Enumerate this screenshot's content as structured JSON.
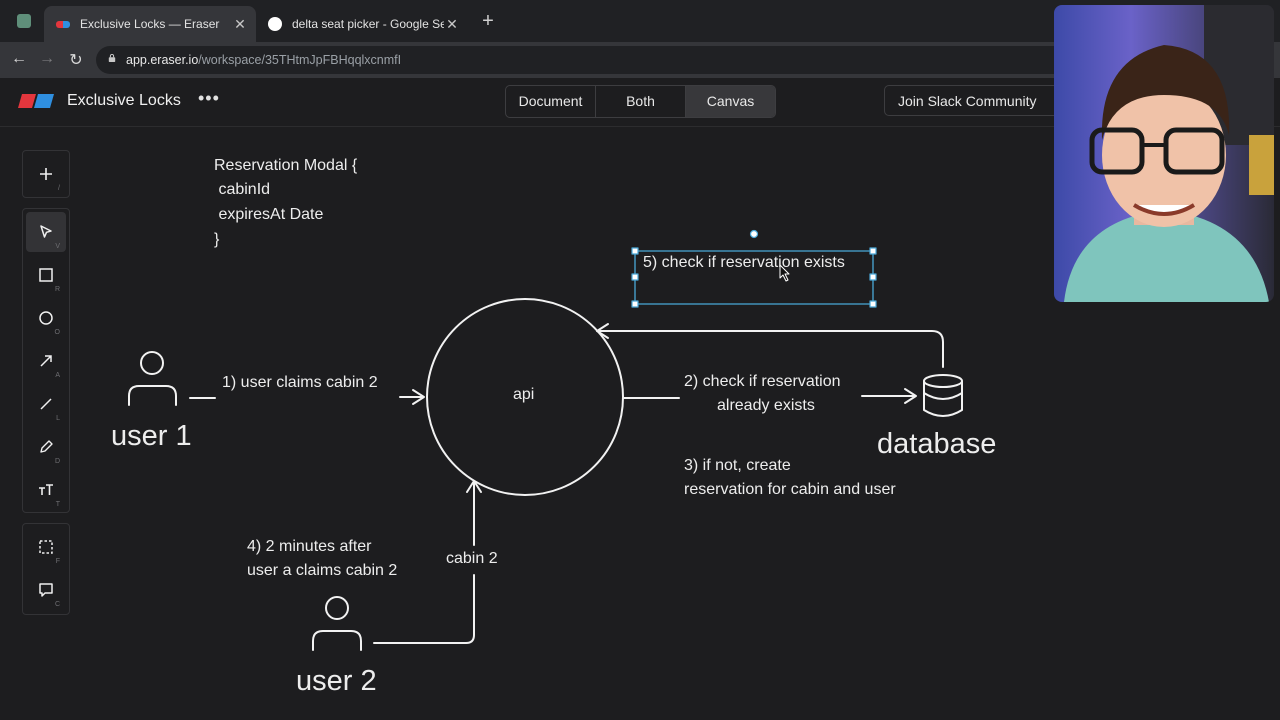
{
  "browser": {
    "tabs": [
      {
        "title": "Exclusive Locks — Eraser",
        "active": true
      },
      {
        "title": "delta seat picker - Google Sea",
        "active": false
      }
    ],
    "url_host": "app.eraser.io",
    "url_path": "/workspace/35THtmJpFBHqqlxcnmfI"
  },
  "app": {
    "title": "Exclusive Locks",
    "menu_glyph": "•••",
    "views": [
      "Document",
      "Both",
      "Canvas"
    ],
    "active_view": "Canvas",
    "slack_label": "Join Slack Community"
  },
  "toolbar": {
    "add_key": "/",
    "tools": [
      {
        "name": "select",
        "key": "V",
        "selected": true
      },
      {
        "name": "rectangle",
        "key": "R"
      },
      {
        "name": "ellipse",
        "key": "O"
      },
      {
        "name": "arrow",
        "key": "A"
      },
      {
        "name": "line",
        "key": "L"
      },
      {
        "name": "pen",
        "key": "D"
      },
      {
        "name": "text",
        "key": "T"
      },
      {
        "name": "frame",
        "key": "F"
      },
      {
        "name": "comment",
        "key": "C"
      }
    ]
  },
  "diagram": {
    "code_note": [
      "Reservation Modal {",
      " cabinId",
      " expiresAt Date",
      "}"
    ],
    "selected_note": "5) check if reservation exists",
    "user1": "user 1",
    "user2": "user 2",
    "api": "api",
    "database": "database",
    "step1": "1) user claims cabin 2",
    "step2": [
      "2) check if reservation",
      "already exists"
    ],
    "step3": [
      "3) if not, create",
      "reservation for cabin and user"
    ],
    "step4": [
      "4) 2 minutes after",
      "user a claims cabin 2"
    ],
    "cabin2": "cabin 2"
  },
  "colors": {
    "canvas_bg": "#1d1d1f",
    "stroke": "#f2f2f2",
    "selection": "#4aa8d8",
    "logo_red": "#e3363d",
    "logo_blue": "#2f8fe0"
  }
}
